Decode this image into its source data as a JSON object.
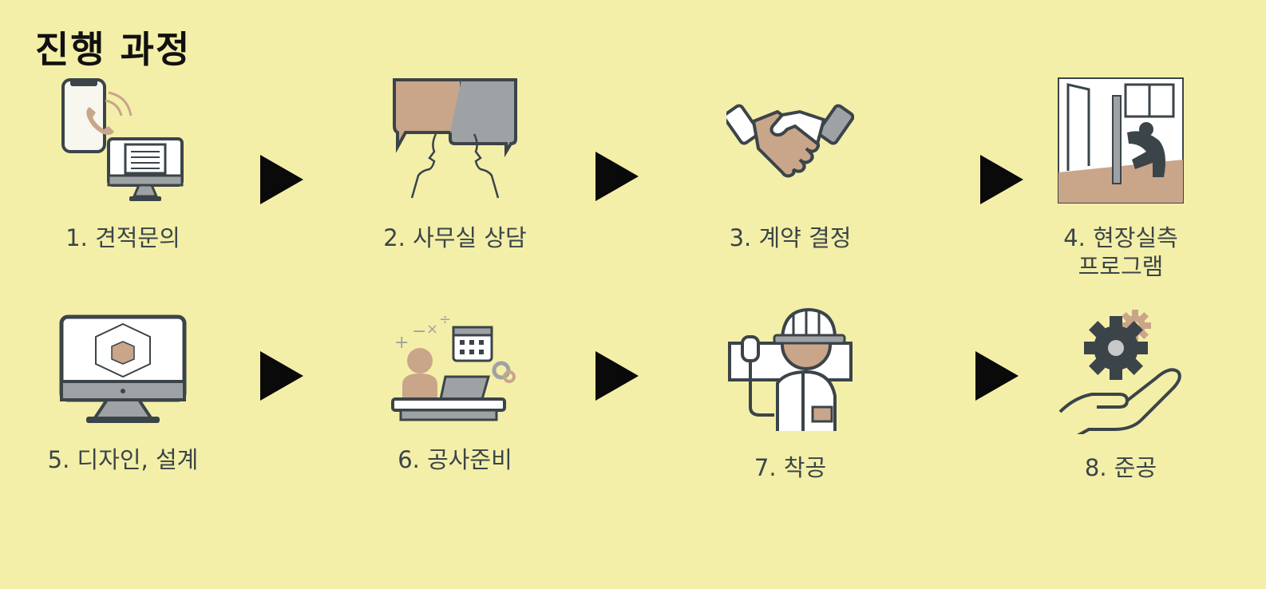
{
  "title": "진행 과정",
  "steps": [
    {
      "label": "1. 견적문의",
      "icon": "phone-monitor-icon"
    },
    {
      "label": "2. 사무실 상담",
      "icon": "consultation-faces-icon"
    },
    {
      "label": "3. 계약 결정",
      "icon": "handshake-icon"
    },
    {
      "label": "4. 현장실측\n프로그램",
      "icon": "site-measure-icon"
    },
    {
      "label": "5. 디자인, 설계",
      "icon": "design-monitor-icon"
    },
    {
      "label": "6. 공사준비",
      "icon": "preparation-desk-icon"
    },
    {
      "label": "7. 착공",
      "icon": "construction-worker-icon"
    },
    {
      "label": "8. 준공",
      "icon": "gear-hand-icon"
    }
  ],
  "colors": {
    "background": "#f3efa8",
    "outline": "#3b4449",
    "tan": "#c9a58a",
    "gray": "#9ea2a4",
    "arrow": "#0a0a0a"
  }
}
